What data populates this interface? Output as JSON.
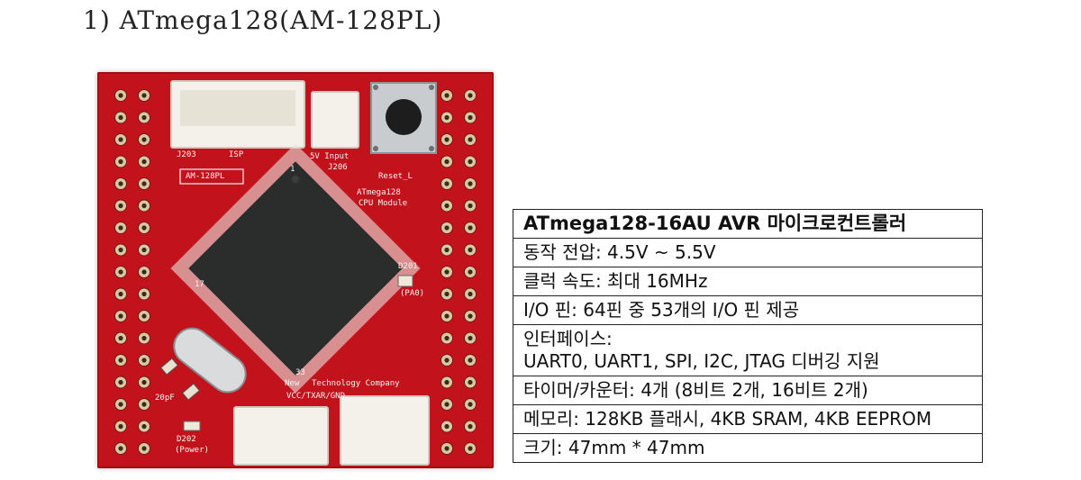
{
  "heading": "1) ATmega128(AM-128PL)",
  "board": {
    "colors": {
      "pcb": "#c2121c",
      "silkscreen": "#f3f3f3",
      "chip": "#2a2d2c",
      "connector": "#f4f1ea"
    },
    "silk_labels": {
      "j203": "J203",
      "isp": "ISP",
      "input": "5V Input",
      "j206": "J206",
      "reset": "Reset_L",
      "model": "AM-128PL",
      "cpu1": "ATmega128",
      "cpu2": "CPU Module",
      "d201": "D201",
      "pa0": "(PA0)",
      "company1": "New",
      "company2": "Technology Company",
      "uart": "VCC/TXAR/GND",
      "d202": "D202",
      "power": "(Power)",
      "pin1": "1",
      "pin17": "17",
      "pin33": "33",
      "cap": "20pF"
    }
  },
  "specs": {
    "title": "ATmega128-16AU AVR 마이크로컨트롤러",
    "rows": [
      "동작 전압: 4.5V ~ 5.5V",
      "클럭 속도: 최대 16MHz",
      "I/O 핀: 64핀 중 53개의 I/O 핀 제공"
    ],
    "interface_line1": "인터페이스:",
    "interface_line2": "UART0, UART1, SPI, I2C, JTAG 디버깅 지원",
    "rows2": [
      "타이머/카운터: 4개 (8비트 2개, 16비트 2개)",
      "메모리: 128KB 플래시, 4KB SRAM, 4KB EEPROM",
      "크기: 47mm * 47mm"
    ]
  }
}
